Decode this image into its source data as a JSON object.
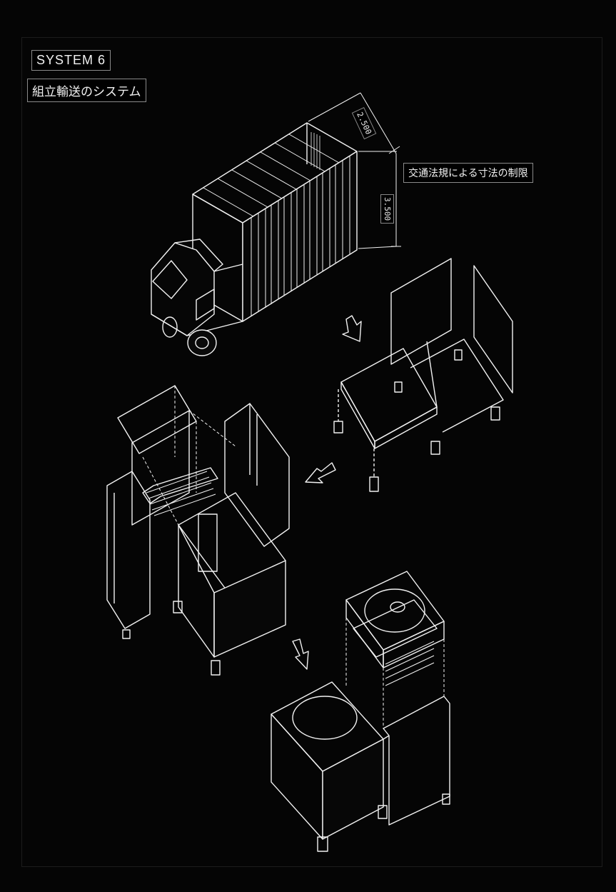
{
  "title": "SYSTEM 6",
  "subtitle": "組立輸送のシステム",
  "note": "交通法規による寸法の制限",
  "dimensions": {
    "width": "2.500",
    "height": "3.500"
  },
  "colors": {
    "background": "#050505",
    "line": "#f2f2f2",
    "label_bg": "#000000"
  },
  "icons": [
    "arrow-down-right-icon",
    "arrow-left-icon",
    "arrow-down-icon"
  ]
}
